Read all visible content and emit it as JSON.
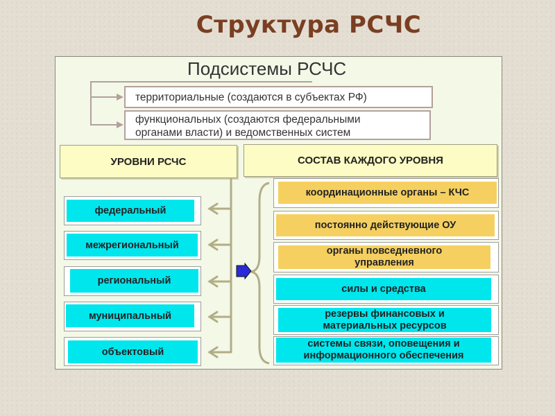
{
  "slide": {
    "title": "Структура РСЧС"
  },
  "panel": {
    "title": "Подсистемы РСЧС",
    "subsystems": [
      "территориальные (создаются в субъектах РФ)",
      "функциональных (создаются федеральными органами власти) и ведомственных систем"
    ]
  },
  "levels": {
    "header": "УРОВНИ РСЧС",
    "items": [
      "федеральный",
      "межрегиональный",
      "региональный",
      "муниципальный",
      "объектовый"
    ]
  },
  "composition": {
    "header": "СОСТАВ КАЖДОГО УРОВНЯ",
    "items": [
      "координационные органы – КЧС",
      "постоянно действующие ОУ",
      "органы повседневного управления",
      "силы и средства",
      "резервы финансовых и материальных ресурсов",
      "системы связи, оповещения и информационного обеспечения"
    ]
  },
  "colors": {
    "title": "#7a3f22",
    "cyan": "#00e6ed",
    "gold": "#f5d060",
    "header_fill": "#fcfcc4",
    "panel_fill": "#f3f8e7",
    "arrow": "#b3ad86",
    "bullet_arrow": "#2a2ad8"
  }
}
